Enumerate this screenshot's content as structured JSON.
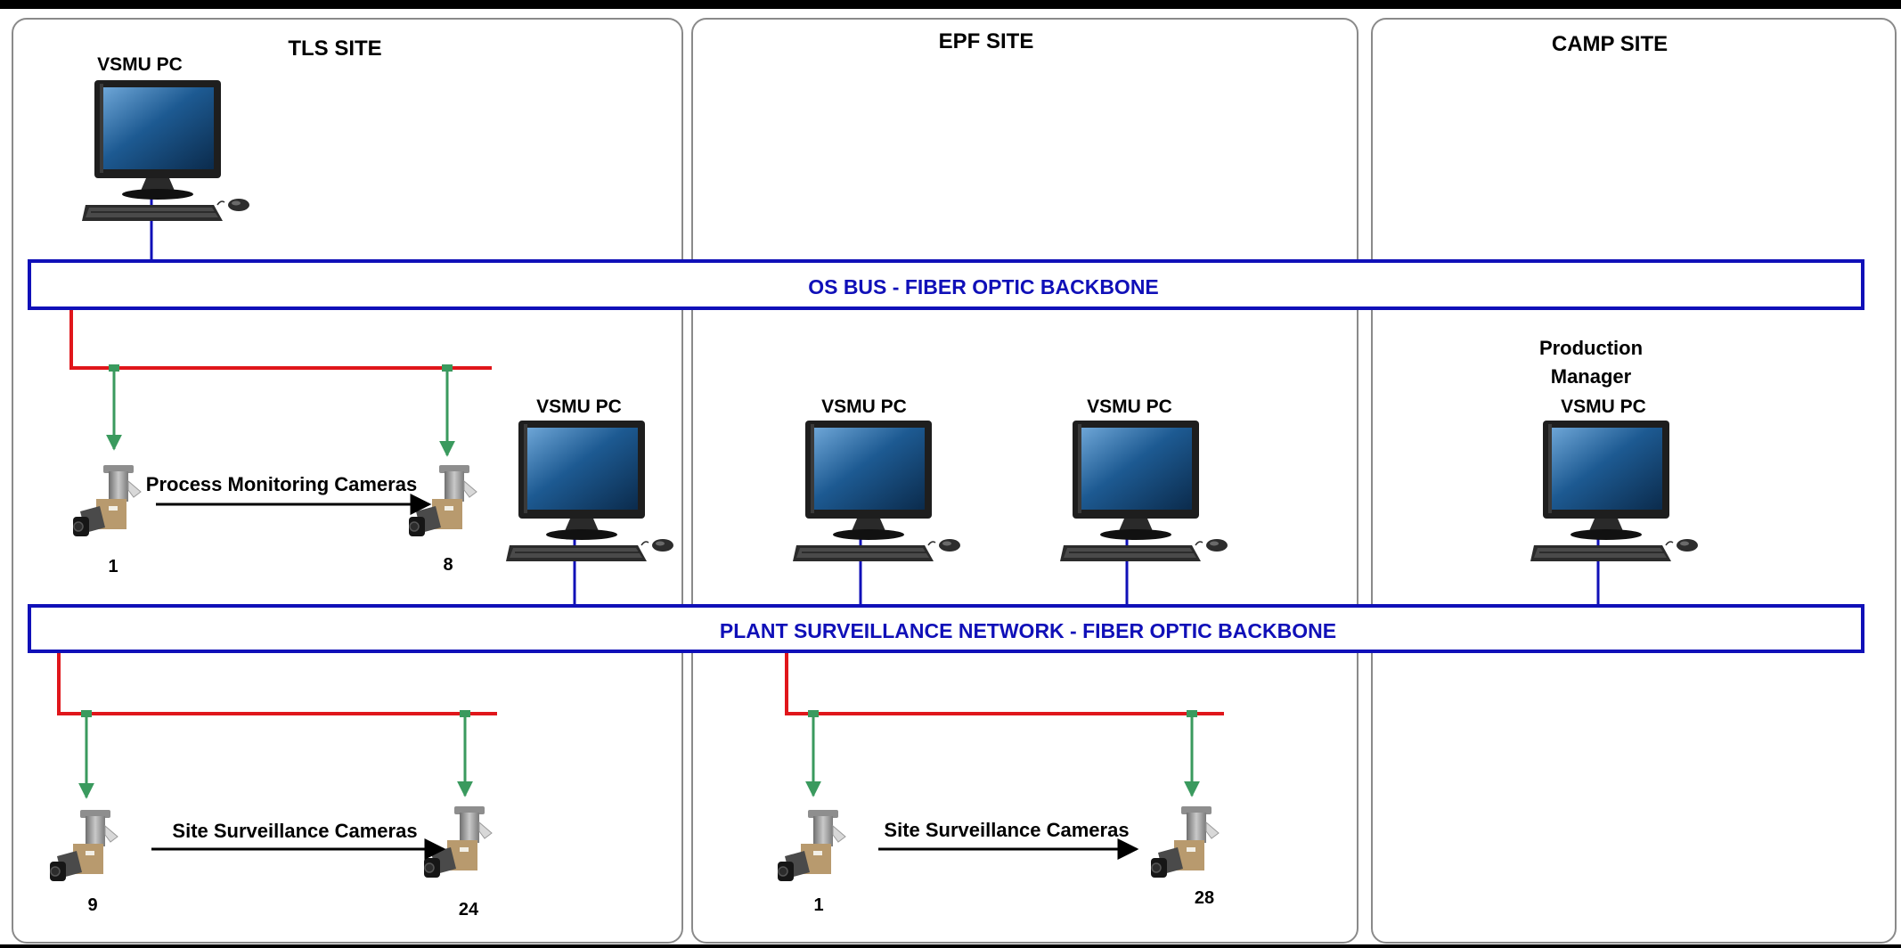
{
  "sites": [
    {
      "id": "tls",
      "title": "TLS SITE"
    },
    {
      "id": "epf",
      "title": "EPF SITE"
    },
    {
      "id": "camp",
      "title": "CAMP SITE"
    }
  ],
  "buses": {
    "os_bus": "OS BUS - FIBER OPTIC BACKBONE",
    "plant_network": "PLANT SURVEILLANCE NETWORK - FIBER OPTIC BACKBONE"
  },
  "pcs": {
    "tls_top": "VSMU PC",
    "tls_mid": "VSMU PC",
    "epf_left": "VSMU PC",
    "epf_right": "VSMU PC",
    "camp_line1": "Production",
    "camp_line2": "Manager",
    "camp_line3": "VSMU PC"
  },
  "camera_groups": {
    "tls_process": {
      "label": "Process Monitoring Cameras",
      "first": "1",
      "last": "8"
    },
    "tls_site": {
      "label": "Site Surveillance Cameras",
      "first": "9",
      "last": "24"
    },
    "epf_site": {
      "label": "Site Surveillance Cameras",
      "first": "1",
      "last": "28"
    }
  },
  "colors": {
    "frame": "#000000",
    "site_border": "#8a8a8a",
    "backbone": "#1010b8",
    "site_feed": "#e0161b",
    "camera_drop": "#3a9a5e",
    "screen": "#1d5a92",
    "monitor_body": "#1e1e1e"
  },
  "icons": {
    "computer": "desktop-computer-icon",
    "camera": "cctv-camera-icon"
  }
}
